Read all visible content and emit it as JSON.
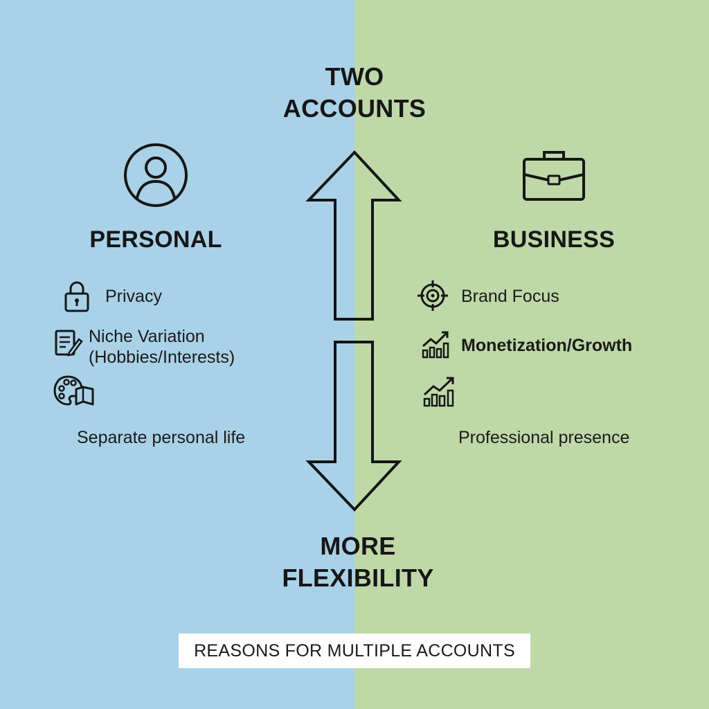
{
  "title": {
    "line1": "TWO",
    "line2": "ACCOUNTS"
  },
  "bottom": {
    "line1": "MORE",
    "line2": "FLEXIBILITY"
  },
  "personal": {
    "label": "PERSONAL",
    "icon": "user-circle-icon",
    "items": [
      {
        "icon": "lock-icon",
        "text": "Privacy"
      },
      {
        "icon": "notepad-pencil-icon",
        "text": "Niche Variation",
        "text2": "(Hobbies/Interests)"
      },
      {
        "icon": "palette-book-icon",
        "text": ""
      }
    ],
    "summary": "Separate personal life"
  },
  "business": {
    "label": "BUSINESS",
    "icon": "briefcase-icon",
    "items": [
      {
        "icon": "target-icon",
        "text": "Brand Focus"
      },
      {
        "icon": "growth-chart-icon",
        "text": "Monetization/Growth"
      },
      {
        "icon": "growth-chart-icon",
        "text": ""
      }
    ],
    "summary": "Professional presence"
  },
  "footer": "REASONS FOR MULTIPLE ACCOUNTS",
  "colors": {
    "personal_bg": "#a9d2e8",
    "business_bg": "#bfd8a8",
    "ink": "#161616"
  }
}
